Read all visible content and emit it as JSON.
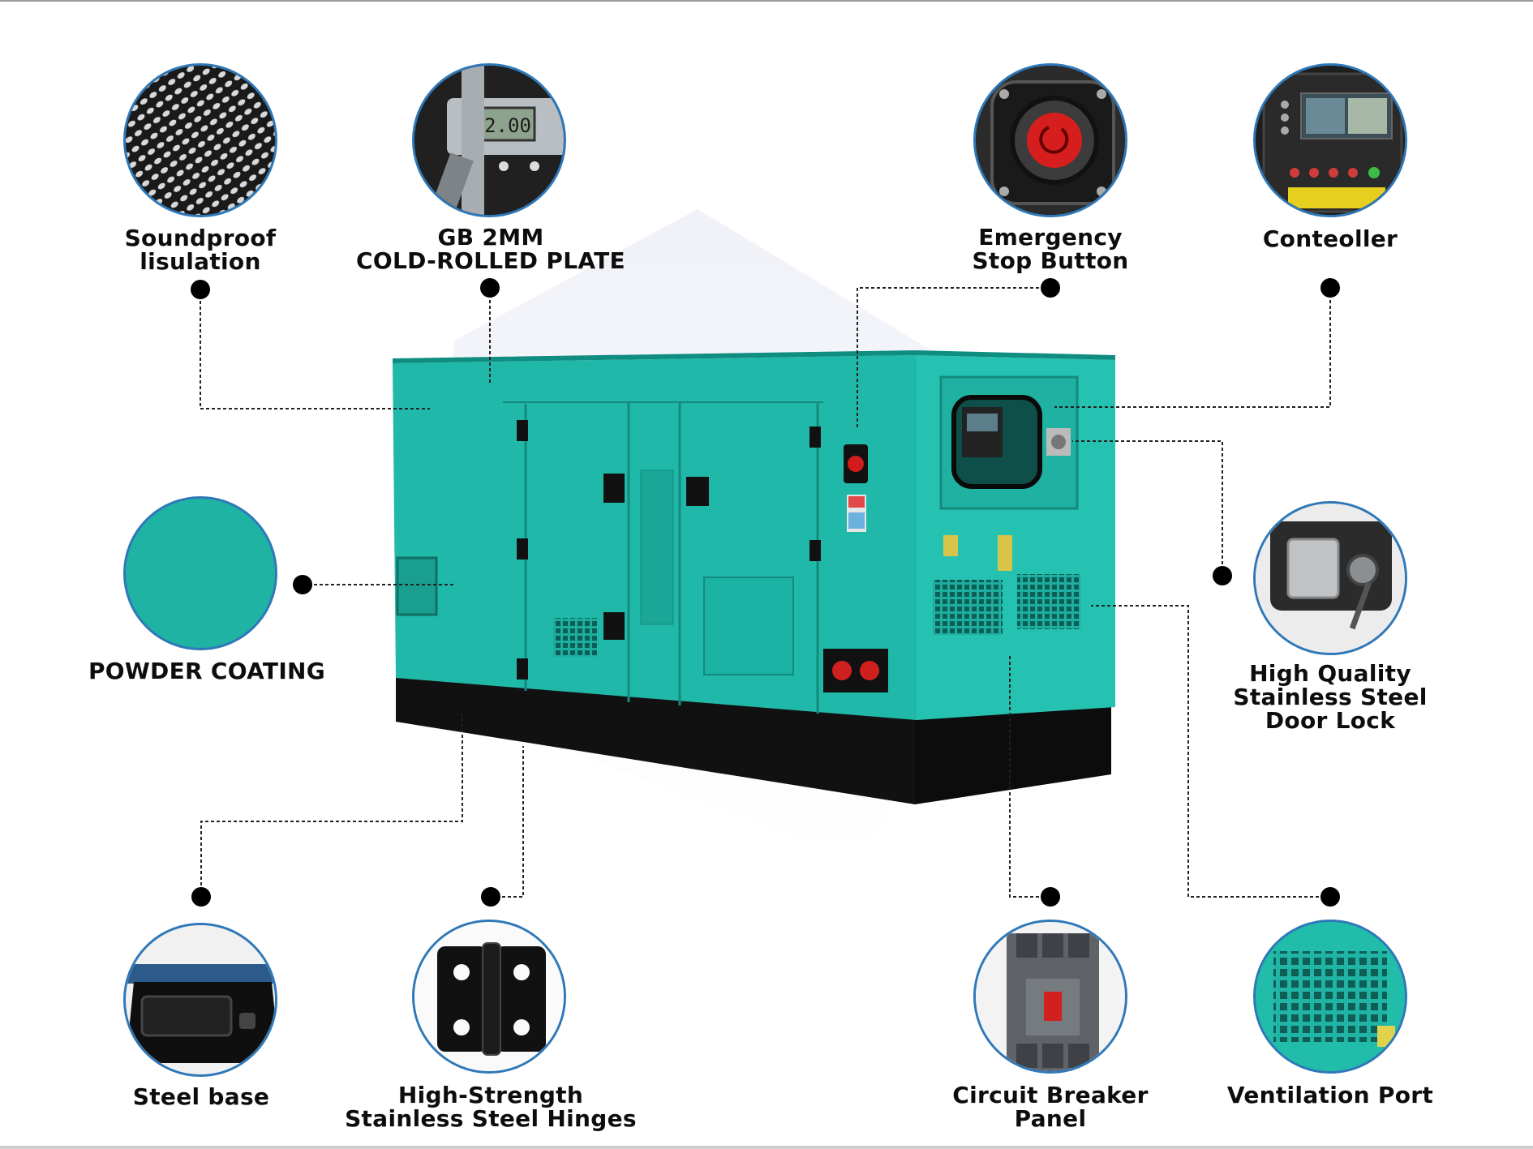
{
  "features": {
    "soundproof": {
      "line1": "Soundproof",
      "line2": "lisulation",
      "icon": "perforated-foam-icon"
    },
    "plate": {
      "line1": "GB 2MM",
      "line2": "COLD-ROLLED PLATE",
      "icon": "caliper-icon"
    },
    "caliper_readout": "2.00",
    "emergency": {
      "line1": "Emergency",
      "line2": "Stop Button",
      "icon": "emergency-stop-icon"
    },
    "controller": {
      "line1": "Conteoller",
      "icon": "controller-panel-icon"
    },
    "powder": {
      "line1": "POWDER COATING",
      "icon": "color-swatch-icon"
    },
    "doorlock": {
      "line1": "High Quality",
      "line2": "Stainless Steel",
      "line3": "Door Lock",
      "icon": "door-lock-icon"
    },
    "steelbase": {
      "line1": "Steel base",
      "icon": "steel-base-icon"
    },
    "hinges": {
      "line1": "High-Strength",
      "line2": "Stainless Steel Hinges",
      "icon": "hinge-icon"
    },
    "breaker": {
      "line1": "Circuit Breaker",
      "line2": "Panel",
      "icon": "circuit-breaker-icon"
    },
    "ventilation": {
      "line1": "Ventilation Port",
      "icon": "ventilation-grille-icon"
    }
  },
  "colors": {
    "canopy": "#1fb8a8",
    "canopy_dark": "#159a8c",
    "base": "#111111",
    "circle_border": "#2f78b8",
    "connector": "#222222"
  }
}
